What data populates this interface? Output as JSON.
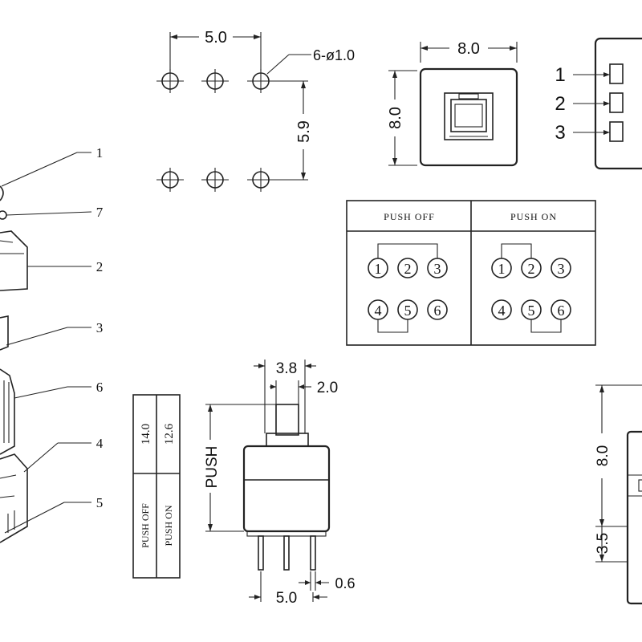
{
  "footprint": {
    "pitch": "5.0",
    "holes": "6-ø1.0",
    "row_spacing": "5.9"
  },
  "top_view": {
    "width": "8.0",
    "height": "8.0"
  },
  "side_pins": [
    "1",
    "2",
    "3"
  ],
  "exploded": {
    "callouts": [
      "1",
      "7",
      "2",
      "3",
      "6",
      "4",
      "5"
    ]
  },
  "schematic": {
    "off_label": "PUSH OFF",
    "on_label": "PUSH ON",
    "off_pins": [
      "1",
      "2",
      "3",
      "4",
      "5",
      "6"
    ],
    "on_pins": [
      "1",
      "2",
      "3",
      "4",
      "5",
      "6"
    ]
  },
  "height_table": {
    "rows": [
      {
        "label": "PUSH OFF",
        "value": "14.0"
      },
      {
        "label": "PUSH ON",
        "value": "12.6"
      }
    ]
  },
  "front_view": {
    "plunger_width": "3.8",
    "plunger_inner": "2.0",
    "travel_label": "PUSH",
    "pin_width": "0.6",
    "pin_pitch": "5.0"
  },
  "right_view": {
    "height": "8.0",
    "pin_length": "3.5"
  }
}
